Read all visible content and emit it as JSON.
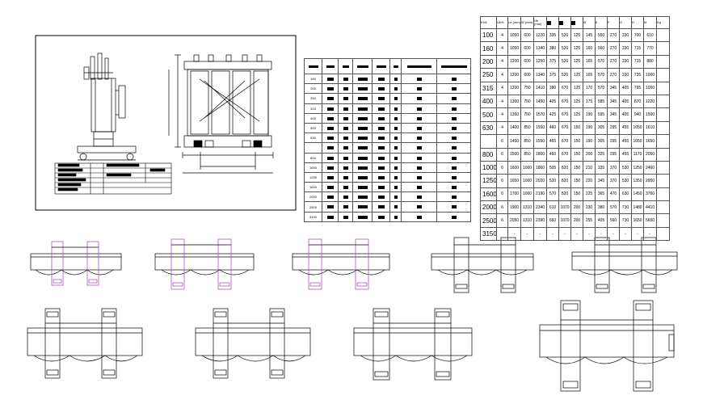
{
  "spec_table": {
    "headers": [
      "KVA",
      "Uk%",
      "Le (mm)",
      "W (mm)",
      "He (mm)",
      "",
      "",
      "",
      "Ø",
      "E",
      "F",
      "G",
      "H",
      "M",
      "Kg"
    ],
    "rows": [
      [
        "100",
        "4",
        "1050",
        "600",
        "1220",
        "335",
        "520",
        "125",
        "145",
        "550",
        "270",
        "330",
        "700",
        "610"
      ],
      [
        "160",
        "4",
        "1050",
        "600",
        "1340",
        "380",
        "520",
        "125",
        "160",
        "560",
        "270",
        "330",
        "715",
        "770"
      ],
      [
        "200",
        "4",
        "1200",
        "600",
        "1250",
        "375",
        "520",
        "125",
        "165",
        "570",
        "270",
        "330",
        "715",
        "880"
      ],
      [
        "250",
        "4",
        "1200",
        "600",
        "1340",
        "375",
        "520",
        "125",
        "165",
        "570",
        "270",
        "330",
        "735",
        "1000"
      ],
      [
        "315",
        "4",
        "1200",
        "750",
        "1410",
        "380",
        "670",
        "125",
        "170",
        "570",
        "345",
        "405",
        "795",
        "1050"
      ],
      [
        "400",
        "4",
        "1300",
        "750",
        "1450",
        "405",
        "670",
        "125",
        "175",
        "585",
        "345",
        "405",
        "870",
        "1220"
      ],
      [
        "500",
        "4",
        "1350",
        "750",
        "1570",
        "425",
        "670",
        "125",
        "190",
        "595",
        "345",
        "405",
        "940",
        "1500"
      ],
      [
        "630",
        "4",
        "1400",
        "850",
        "1550",
        "460",
        "670",
        "150",
        "190",
        "305",
        "295",
        "455",
        "1050",
        "1610"
      ],
      [
        "",
        "6",
        "1450",
        "850",
        "1550",
        "465",
        "670",
        "150",
        "190",
        "305",
        "295",
        "455",
        "1050",
        "1650"
      ],
      [
        "800",
        "6",
        "1500",
        "850",
        "1800",
        "460",
        "670",
        "150",
        "200",
        "325",
        "295",
        "455",
        "1170",
        "2050"
      ],
      [
        "1000",
        "6",
        "1600",
        "1000",
        "1860",
        "505",
        "820",
        "150",
        "210",
        "335",
        "370",
        "530",
        "1250",
        "2460"
      ],
      [
        "1250",
        "6",
        "1650",
        "1000",
        "2020",
        "520",
        "820",
        "150",
        "220",
        "345",
        "370",
        "530",
        "1350",
        "2950"
      ],
      [
        "1600",
        "6",
        "1700",
        "1000",
        "2190",
        "570",
        "820",
        "150",
        "225",
        "365",
        "470",
        "630",
        "1450",
        "3760"
      ],
      [
        "2000",
        "6",
        "1900",
        "1310",
        "2340",
        "610",
        "1070",
        "200",
        "230",
        "380",
        "570",
        "730",
        "1480",
        "4410"
      ],
      [
        "2500",
        "6",
        "2050",
        "1310",
        "2390",
        "660",
        "1070",
        "200",
        "255",
        "405",
        "560",
        "730",
        "1650",
        "5650"
      ],
      [
        "3150",
        "",
        "-",
        "-",
        "-",
        "-",
        "-",
        "-",
        "-",
        "-",
        "-",
        "-",
        "-",
        "-"
      ]
    ]
  },
  "mid_table": {
    "kva_list": [
      "160",
      "200",
      "250",
      "315",
      "400",
      "500",
      "630",
      "",
      "800",
      "1000",
      "1250",
      "1600",
      "2000",
      "2500",
      "3150"
    ]
  },
  "colors": {
    "line": "#000000",
    "accent_pad": "#a13fb8",
    "border": "#555555"
  }
}
